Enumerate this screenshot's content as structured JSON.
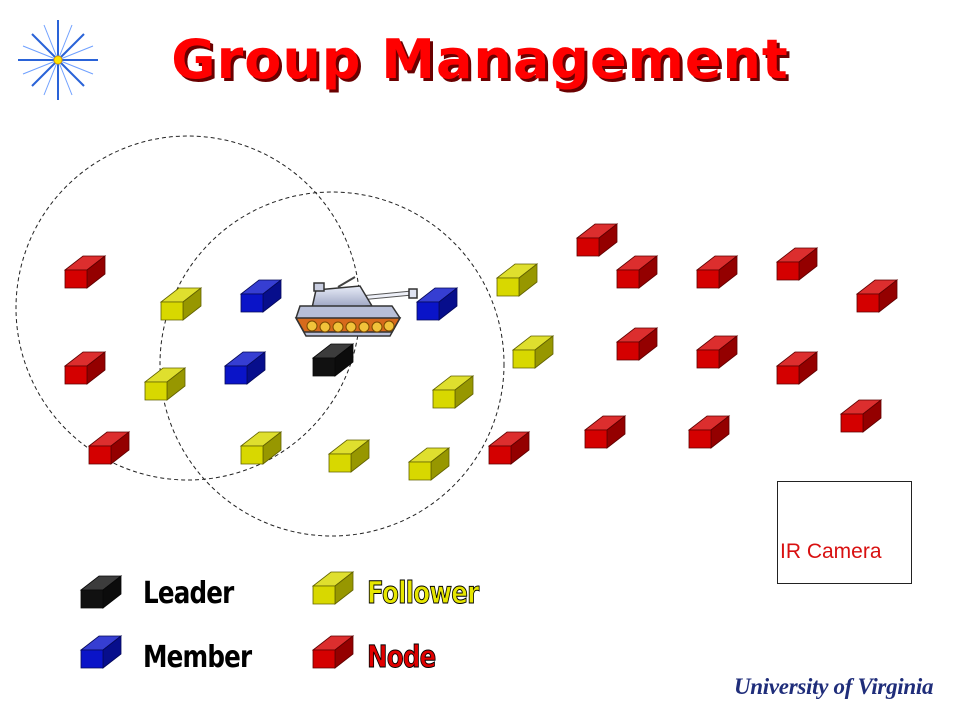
{
  "title": "Group Management",
  "colors": {
    "leader": "#111111",
    "member": "#0a14c8",
    "follower": "#d8d800",
    "node": "#d40000",
    "title": "#ff0000",
    "logo": "#1f2d7a"
  },
  "legend": {
    "leader": "Leader",
    "member": "Member",
    "follower": "Follower",
    "node": "Node"
  },
  "ir_camera": "IR Camera",
  "logo_text": "University of Virginia",
  "icons": {
    "corner": "starburst-icon",
    "target": "tank-icon"
  }
}
